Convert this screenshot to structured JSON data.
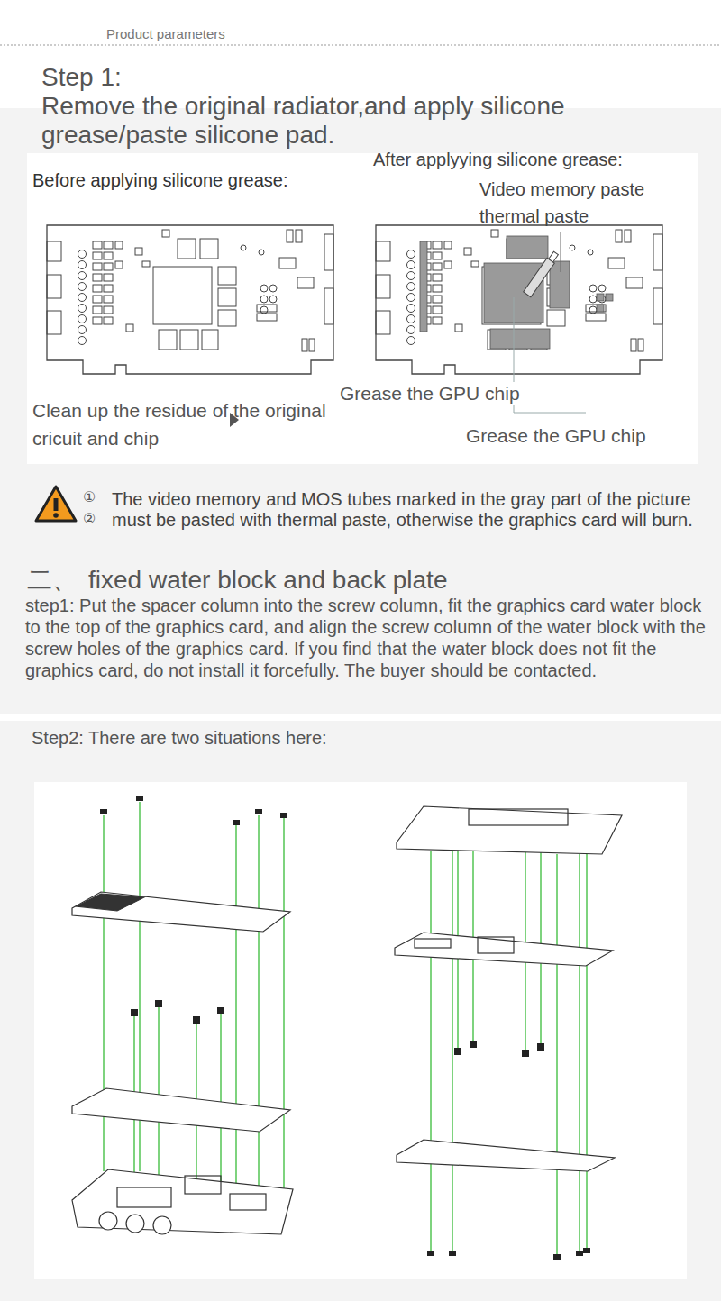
{
  "diagram": {
    "title": "Product parameters",
    "labels": [
      "Step 1:",
      "Remove the original radiator,and apply silicone grease/paste silicone pad.",
      "Before applying silicone grease:",
      "After applyying silicone grease:",
      "Video memory paste thermal paste",
      "Clean up the residue of the original cricuit and chip",
      "Grease the GPU chip",
      "Grease the GPU chip",
      "①",
      "②",
      "The video memory and MOS tubes marked in the gray part of the picture must be pasted with thermal paste, otherwise the graphics card will burn.",
      "二、",
      "fixed water block and back plate",
      "step1: Put the spacer column into the screw column, fit the graphics card water block to the top of the graphics card, and align the screw column of the water block with the screw holes of the graphics card. If you find that the water block does not fit the graphics card, do not install it forcefully. The buyer should be contacted.",
      "Step2: There are two situations here:"
    ]
  }
}
